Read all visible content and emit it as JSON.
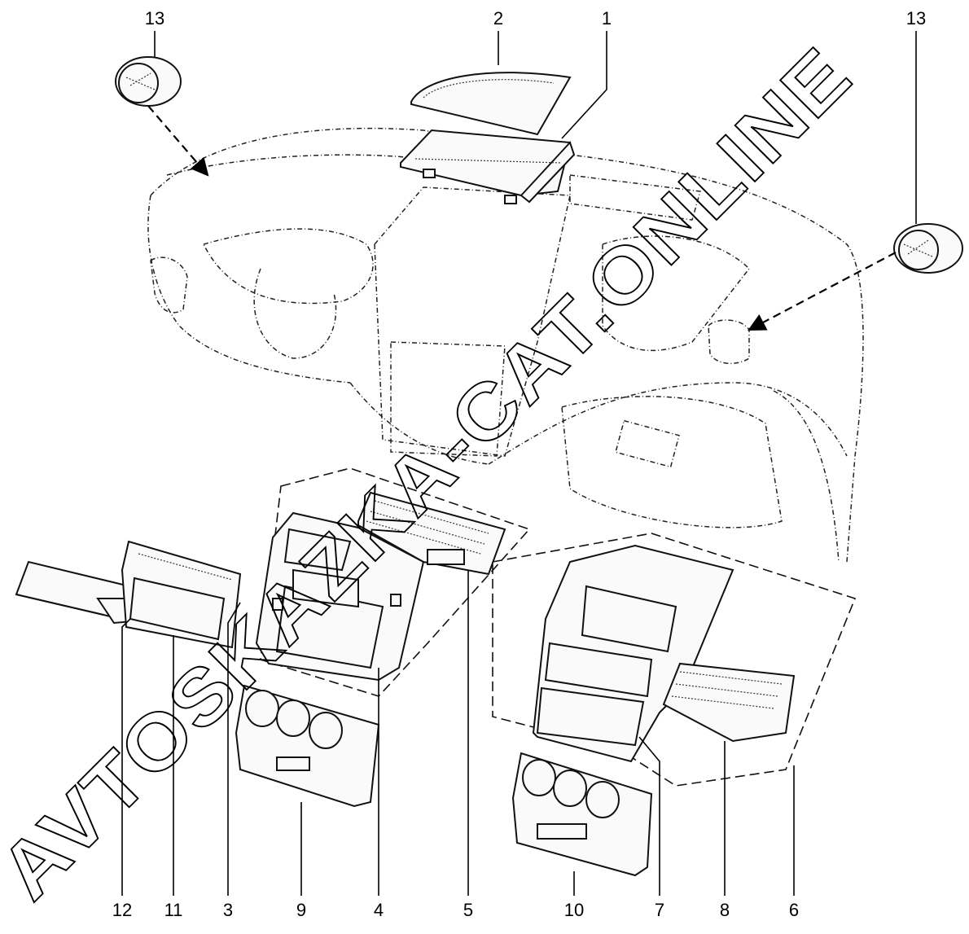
{
  "callouts": {
    "c1": "1",
    "c2": "2",
    "c3": "3",
    "c4": "4",
    "c5": "5",
    "c6": "6",
    "c7": "7",
    "c8": "8",
    "c9": "9",
    "c10": "10",
    "c11": "11",
    "c12": "12",
    "c13a": "13",
    "c13b": "13"
  },
  "watermark": "AVTOSKAZKA-CAT.ONLINE"
}
